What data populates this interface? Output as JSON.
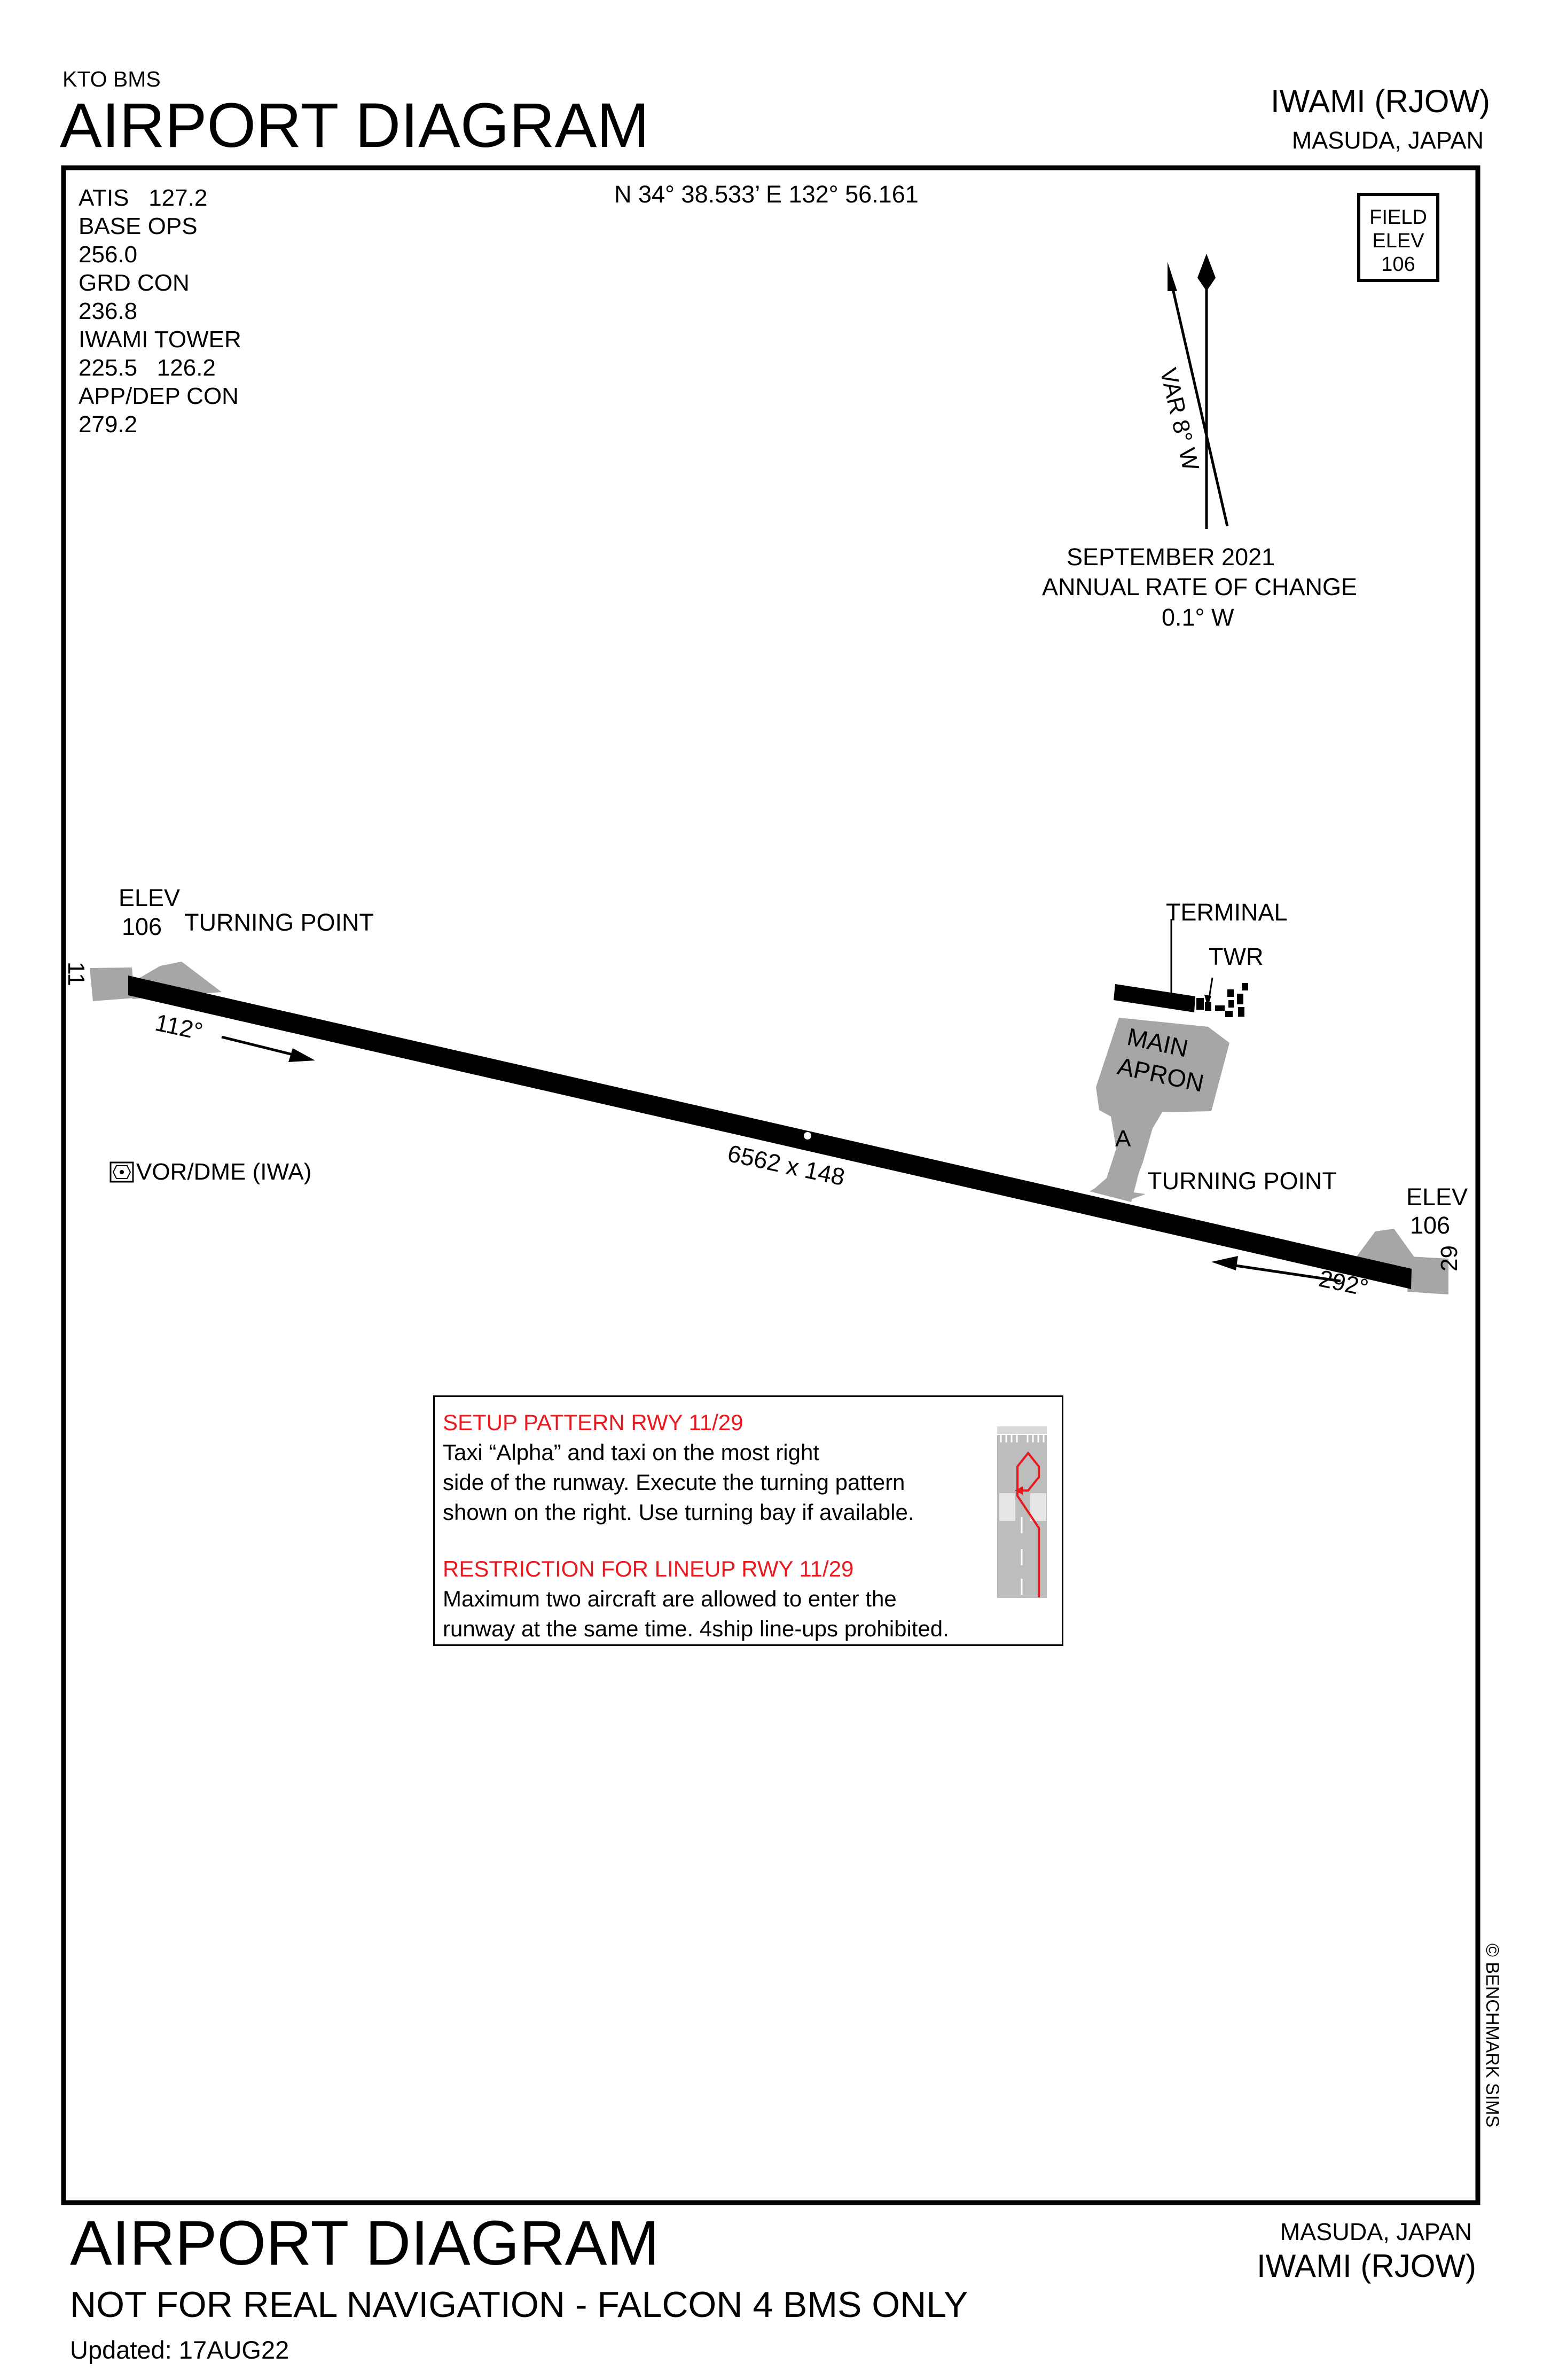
{
  "header": {
    "source": "KTO BMS",
    "title": "AIRPORT DIAGRAM",
    "airport": "IWAMI (RJOW)",
    "location": "MASUDA, JAPAN"
  },
  "frequencies": [
    "ATIS   127.2",
    "BASE OPS",
    "256.0",
    "GRD CON",
    "236.8",
    "IWAMI TOWER",
    "225.5   126.2",
    "APP/DEP CON",
    "279.2"
  ],
  "coordinates": "N 34° 38.533’ E 132° 56.161",
  "field_elevation": {
    "line1": "FIELD",
    "line2": "ELEV",
    "value": "106"
  },
  "magnetic": {
    "variation": "VAR 8° W",
    "date": "SEPTEMBER 2021",
    "rate_label": "ANNUAL RATE OF CHANGE",
    "rate": "0.1° W"
  },
  "runway": {
    "designator_west": "11",
    "designator_east": "29",
    "heading_west": "112°",
    "heading_east": "292°",
    "dimensions": "6562 x 148",
    "elev_label": "ELEV",
    "elev_west": "106",
    "elev_east": "106"
  },
  "labels": {
    "turning_point_west": "TURNING POINT",
    "turning_point_east": "TURNING POINT",
    "terminal": "TERMINAL",
    "tower": "TWR",
    "apron_line1": "MAIN",
    "apron_line2": "APRON",
    "taxiway": "A",
    "vor": "VOR/DME (IWA)"
  },
  "notes": {
    "setup_title": "SETUP PATTERN RWY 11/29",
    "setup_lines": [
      "Taxi “Alpha” and taxi on the most right",
      "side of the runway. Execute the turning pattern",
      "shown on the right. Use turning bay if available."
    ],
    "restriction_title": "RESTRICTION FOR LINEUP RWY 11/29",
    "restriction_lines": [
      "Maximum two aircraft are allowed to enter the",
      "runway at the same time. 4ship line-ups prohibited."
    ]
  },
  "copyright": "© BENCHMARK SIMS",
  "footer": {
    "title": "AIRPORT DIAGRAM",
    "disclaimer": "NOT FOR REAL NAVIGATION - FALCON 4 BMS ONLY",
    "updated": "Updated: 17AUG22",
    "location": "MASUDA, JAPAN",
    "airport": "IWAMI (RJOW)"
  },
  "colors": {
    "ink": "#000000",
    "pavement": "#a6a6a6",
    "runway": "#000000",
    "note_red": "#e8191f"
  }
}
